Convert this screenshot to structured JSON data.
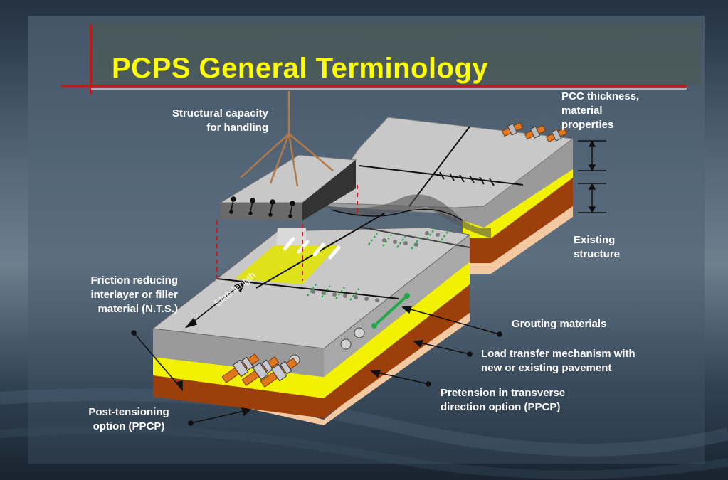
{
  "title": "PCPS General Terminology",
  "labels": {
    "structural_capacity": [
      "Structural capacity",
      "for handling"
    ],
    "pcc_thickness": [
      "PCC thickness,",
      "material",
      "properties"
    ],
    "existing_structure": [
      "Existing",
      "structure"
    ],
    "friction_reducing": [
      "Friction reducing",
      "interlayer or filler",
      "material (N.T.S.)"
    ],
    "slab_length": "Slab length",
    "grouting_materials": [
      "Grouting materials"
    ],
    "load_transfer": [
      "Load transfer mechanism with",
      "new or existing pavement"
    ],
    "pretension": [
      "Pretension in transverse",
      "direction option (PPCP)"
    ],
    "post_tensioning": [
      "Post-tensioning",
      "option (PPCP)"
    ]
  },
  "colors": {
    "title": "#ffff00",
    "concrete_top": "#c8c8c8",
    "concrete_side": "#9a9a9a",
    "interlayer_yellow": "#f2f200",
    "base_brown": "#9c3f0a",
    "subgrade_tan": "#f2c9a0",
    "accent_red": "#b32020"
  }
}
